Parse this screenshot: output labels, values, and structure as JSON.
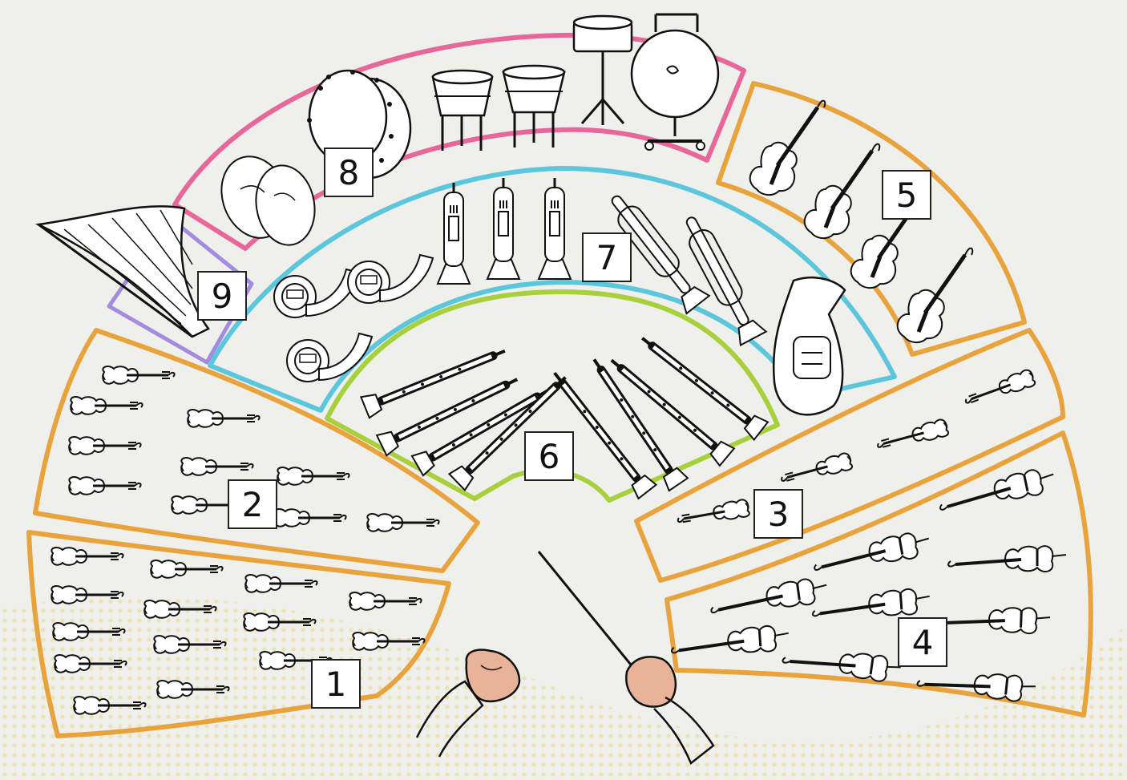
{
  "sections": [
    {
      "id": "1",
      "label": "1",
      "icon": "violin-icon",
      "color": "#e8a33d"
    },
    {
      "id": "2",
      "label": "2",
      "icon": "violin-icon",
      "color": "#e8a33d"
    },
    {
      "id": "3",
      "label": "3",
      "icon": "viola-icon",
      "color": "#e8a33d"
    },
    {
      "id": "4",
      "label": "4",
      "icon": "cello-icon",
      "color": "#e8a33d"
    },
    {
      "id": "5",
      "label": "5",
      "icon": "double-bass-icon",
      "color": "#e8a33d"
    },
    {
      "id": "6",
      "label": "6",
      "icon": "woodwind-icon",
      "color": "#a8cf3c"
    },
    {
      "id": "7",
      "label": "7",
      "icon": "brass-icon",
      "color": "#5cc6dc"
    },
    {
      "id": "8",
      "label": "8",
      "icon": "percussion-icon",
      "color": "#e8679a"
    },
    {
      "id": "9",
      "label": "9",
      "icon": "harp-icon",
      "color": "#a48be0"
    }
  ],
  "conductor": {
    "icon": "conductor-hands-icon"
  }
}
